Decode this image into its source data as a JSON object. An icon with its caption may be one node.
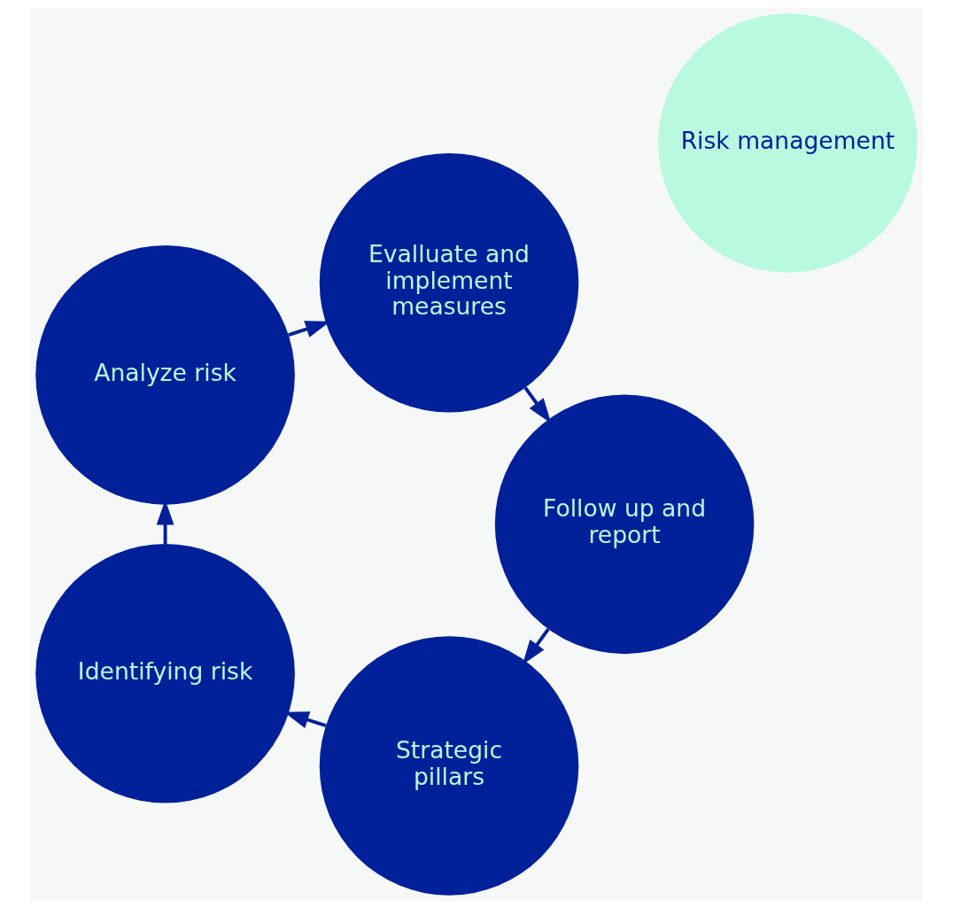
{
  "diagram": {
    "nodes": [
      {
        "text": [
          "Strategic pillars"
        ]
      },
      {
        "text": [
          "Identifying risk"
        ]
      },
      {
        "text": [
          "Analyze risk"
        ]
      },
      {
        "text": [
          "Evalluate and implement measures"
        ]
      },
      {
        "text": [
          "Follow up and report"
        ]
      },
      {
        "text": [
          "Risk management"
        ]
      }
    ],
    "edges": [
      {
        "from": 0,
        "to": 1,
        "arrow": "to"
      },
      {
        "from": 1,
        "to": 2,
        "arrow": "to"
      },
      {
        "from": 2,
        "to": 3,
        "arrow": "to"
      },
      {
        "from": 3,
        "to": 4,
        "arrow": "to"
      },
      {
        "from": 4,
        "to": 0,
        "arrow": "to"
      }
    ]
  }
}
